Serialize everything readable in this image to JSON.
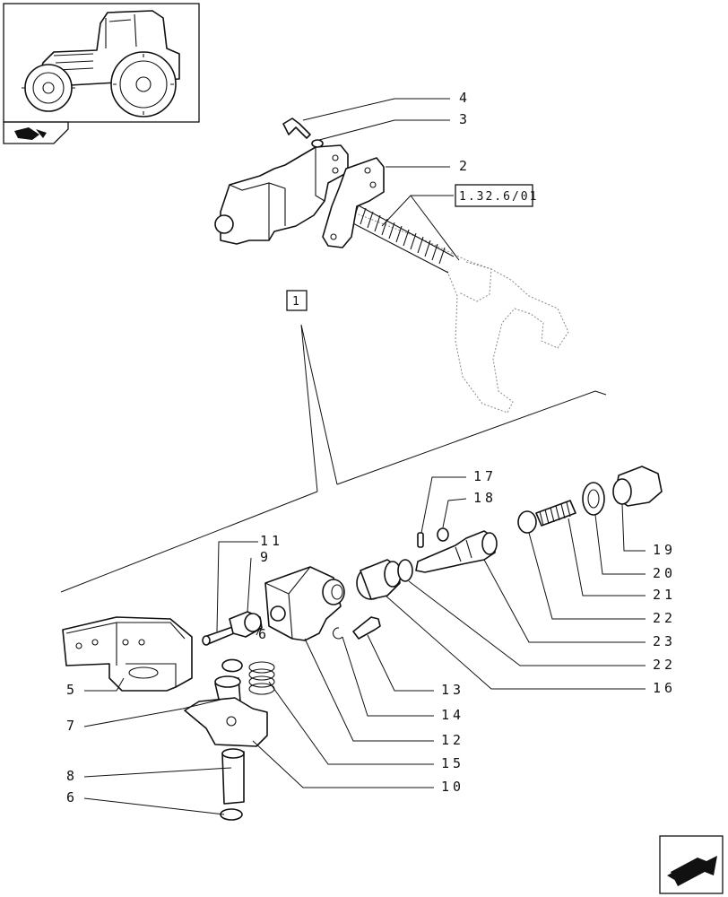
{
  "callouts": [
    {
      "id": "c4",
      "text": "4"
    },
    {
      "id": "c3",
      "text": "3"
    },
    {
      "id": "c2",
      "text": "2"
    },
    {
      "id": "c17",
      "text": "17"
    },
    {
      "id": "c18",
      "text": "18"
    },
    {
      "id": "c11",
      "text": "11"
    },
    {
      "id": "c9",
      "text": "9"
    },
    {
      "id": "c6a",
      "text": "6"
    },
    {
      "id": "c19",
      "text": "19"
    },
    {
      "id": "c20",
      "text": "20"
    },
    {
      "id": "c21",
      "text": "21"
    },
    {
      "id": "c22a",
      "text": "22"
    },
    {
      "id": "c23",
      "text": "23"
    },
    {
      "id": "c22b",
      "text": "22"
    },
    {
      "id": "c16",
      "text": "16"
    },
    {
      "id": "c5",
      "text": "5"
    },
    {
      "id": "c13",
      "text": "13"
    },
    {
      "id": "c14",
      "text": "14"
    },
    {
      "id": "c7",
      "text": "7"
    },
    {
      "id": "c12",
      "text": "12"
    },
    {
      "id": "c15",
      "text": "15"
    },
    {
      "id": "c8",
      "text": "8"
    },
    {
      "id": "c10",
      "text": "10"
    },
    {
      "id": "c6b",
      "text": "6"
    }
  ],
  "reference_box": "1.32.6/01",
  "group_box": "1",
  "icons": [
    "tractor-thumbnail",
    "book-section-icon",
    "next-page-arrow-icon"
  ]
}
